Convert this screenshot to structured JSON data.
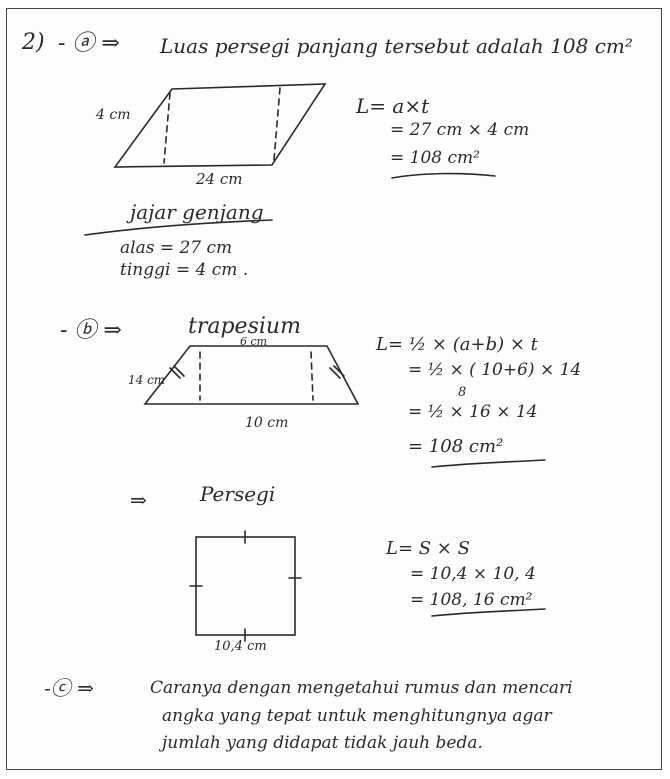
{
  "sheet": {
    "header": {
      "number": "2)",
      "marker": "- ⓐ ⇒",
      "text": "Luas persegi panjang tersebut adalah 108 cm²"
    },
    "part_a": {
      "side_label": "4 cm",
      "base_label": "24 cm",
      "calc": [
        "L= a×t",
        "= 27 cm × 4 cm",
        "= 108 cm²"
      ],
      "name": "jajar genjang",
      "alas": "alas = 27 cm",
      "tinggi": "tinggi = 4 cm ."
    },
    "part_b": {
      "marker": "- ⓑ ⇒",
      "name": "trapesium",
      "top_label": "6 cm",
      "side_label": "14 cm",
      "bottom_label": "10 cm",
      "calc": [
        "L= ½ × (a+b) × t",
        "= ½ × ( 10+6) × 14",
        "8",
        "= ½ × 16 × 14",
        "= 108 cm²"
      ]
    },
    "part_square": {
      "marker": "⇒",
      "name": "Persegi",
      "side_label": "10,4 cm",
      "calc": [
        "L= S × S",
        "= 10,4 × 10, 4",
        "= 108, 16 cm²"
      ]
    },
    "part_c": {
      "marker": "-ⓒ ⇒",
      "lines": [
        "Caranya dengan mengetahui rumus dan mencari",
        "angka yang tepat untuk menghitungnya agar",
        "jumlah yang didapat tidak jauh beda."
      ]
    }
  }
}
